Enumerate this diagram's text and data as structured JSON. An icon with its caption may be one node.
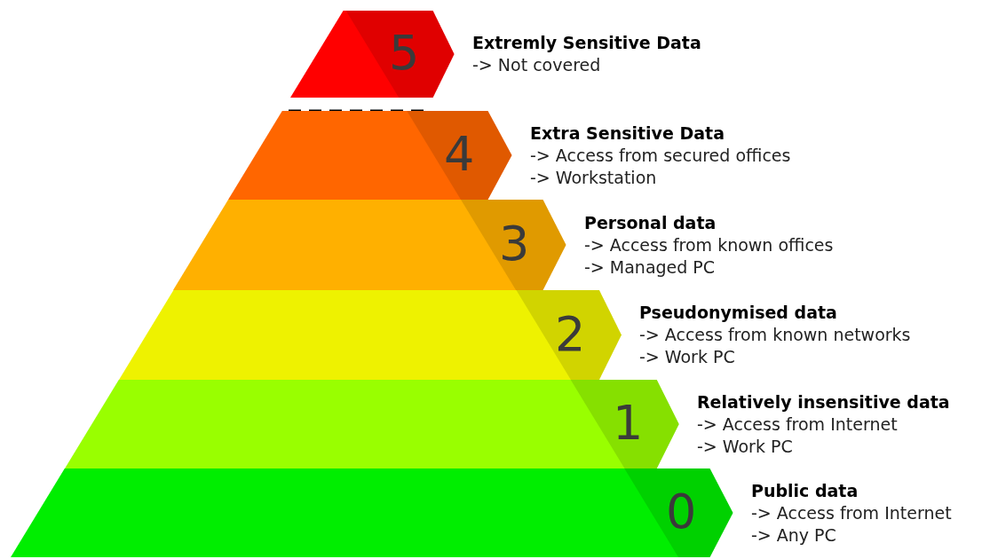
{
  "diagram": {
    "nodes": [
      {
        "text": [
          "5",
          "Extremly Sensitive Data",
          "-> Not covered"
        ]
      },
      {
        "text": [
          "4",
          "Extra Sensitive Data",
          "-> Access from secured offices",
          "-> Workstation"
        ]
      },
      {
        "text": [
          "3",
          "Personal data",
          "-> Access from known offices",
          "-> Managed PC"
        ]
      },
      {
        "text": [
          "2",
          "Pseudonymised data",
          "-> Access from known networks",
          "-> Work PC"
        ]
      },
      {
        "text": [
          "1",
          "Relatively insensitive data",
          "-> Access from Internet",
          "-> Work PC"
        ]
      },
      {
        "text": [
          "0",
          "Public data",
          "-> Access from Internet",
          "-> Any PC"
        ]
      }
    ],
    "edges": []
  }
}
